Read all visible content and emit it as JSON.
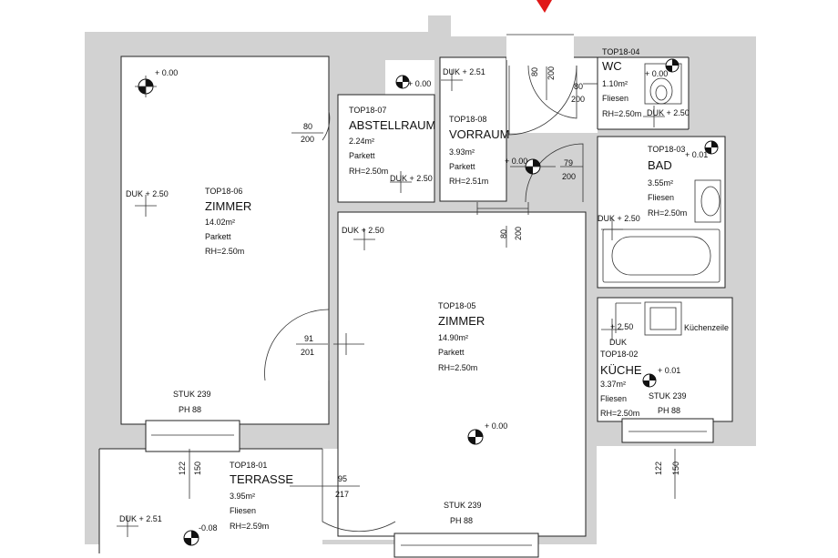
{
  "rooms": [
    {
      "id": "zimmer-west",
      "code": "TOP18-06",
      "name": "ZIMMER",
      "area": "14.02m²",
      "floor": "Parkett",
      "height": "RH=2.50m"
    },
    {
      "id": "abstellraum",
      "code": "TOP18-07",
      "name": "ABSTELLRAUM",
      "area": "2.24m²",
      "floor": "Parkett",
      "height": "RH=2.50m"
    },
    {
      "id": "vorraum",
      "code": "TOP18-08",
      "name": "VORRAUM",
      "area": "3.93m²",
      "floor": "Parkett",
      "height": "RH=2.51m"
    },
    {
      "id": "wc",
      "code": "TOP18-04",
      "name": "WC",
      "area": "1.10m²",
      "floor": "Fliesen",
      "height": "RH=2.50m"
    },
    {
      "id": "bad",
      "code": "TOP18-03",
      "name": "BAD",
      "area": "3.55m²",
      "floor": "Fliesen",
      "height": "RH=2.50m"
    },
    {
      "id": "zimmer-main",
      "code": "TOP18-05",
      "name": "ZIMMER",
      "area": "14.90m²",
      "floor": "Parkett",
      "height": "RH=2.50m"
    },
    {
      "id": "kueche",
      "code": "TOP18-02",
      "name": "KÜCHE",
      "area": "3.37m²",
      "floor": "Fliesen",
      "height": "RH=2.50m"
    },
    {
      "id": "terrasse",
      "code": "TOP18-01",
      "name": "TERRASSE",
      "area": "3.95m²",
      "floor": "Fliesen",
      "height": "RH=2.59m"
    }
  ],
  "levels": {
    "zimmer_west_corner": "+ 0.00",
    "abstell_corner": "+ 0.00",
    "vorraum_center": "+ 0.00",
    "wc_corner": "+ 0.00",
    "bad_corner": "+ 0.01",
    "zimmer_main_center": "+ 0.00",
    "kueche_center": "+ 0.01",
    "terrasse_corner": "-0.08"
  },
  "duk": {
    "zimmer_west": "DUK + 2.50",
    "abstellraum": "DUK + 2.50",
    "vorraum": "DUK + 2.51",
    "wc": "DUK + 2.50",
    "bad": "DUK + 2.50",
    "zimmer_main": "DUK + 2.50",
    "kueche_top": "+ 2.50",
    "kueche_bottom": "DUK",
    "terrasse": "DUK + 2.51"
  },
  "doors": {
    "abstell_w": "80",
    "abstell_h": "200",
    "vorraum_top_w": "80",
    "vorraum_top_h": "200",
    "wc_w": "80",
    "wc_h": "200",
    "bad_w": "79",
    "bad_h": "200",
    "hall_w": "80",
    "hall_h": "200",
    "zimmer_w": "91",
    "zimmer_h": "201",
    "terrasse_w": "95",
    "terrasse_h": "217"
  },
  "windows": {
    "terr_left_a": "122",
    "terr_left_b": "150",
    "kueche_a": "122",
    "kueche_b": "150"
  },
  "stuk": {
    "west": "STUK 239",
    "west_ph": "PH 88",
    "main": "STUK 239",
    "main_ph": "PH 88",
    "kueche": "STUK 239",
    "kueche_ph": "PH 88"
  },
  "kitchen_label": "Küchenzeile",
  "colors": {
    "wall": "#d2d2d2",
    "line": "#222222",
    "north_marker": "#e01818"
  }
}
